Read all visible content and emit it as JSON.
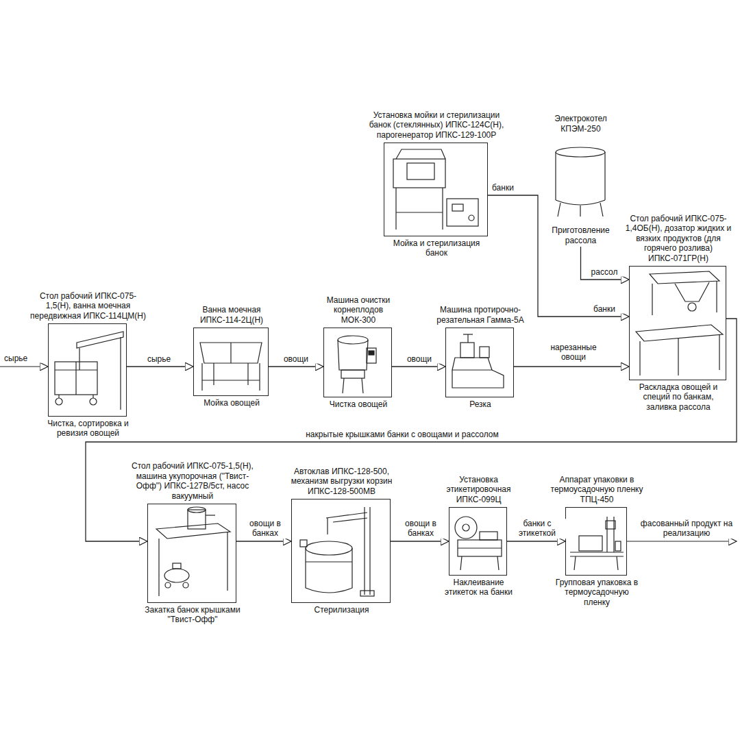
{
  "diagram": {
    "nodes": [
      {
        "text": [
          "Установка мойки и стерилизации банок (стеклянных) ИПКС-124С(Н), парогенератор ИПКС-129-100Р",
          "Мойка и стерилизация банок"
        ]
      },
      {
        "text": [
          "Электрокотел КПЭМ-250",
          "Приготовление рассола"
        ]
      },
      {
        "text": [
          "Стол рабочий ИПКС-075-1,5(Н), ванна моечная передвижная ИПКС-114ЦМ(Н)",
          "Чистка, сортировка и ревизия овощей"
        ]
      },
      {
        "text": [
          "Ванна моечная ИПКС-114-2Ц(Н)",
          "Мойка овощей"
        ]
      },
      {
        "text": [
          "Машина очистки корнеплодов МОК-300",
          "Чистка овощей"
        ]
      },
      {
        "text": [
          "Машина протирочно-резательная Гамма-5А",
          "Резка"
        ]
      },
      {
        "text": [
          "Стол рабочий ИПКС-075-1,4ОБ(Н), дозатор жидких и вязких продуктов (для горячего розлива) ИПКС-071ГР(Н)",
          "Раскладка овощей и специй по банкам, заливка рассола"
        ]
      },
      {
        "text": [
          "Стол рабочий ИПКС-075-1,5(Н), машина укупорочная (\"Твист-Офф\") ИПКС-127В/5ст, насос вакуумный",
          "Закатка банок крышками \"Твист-Офф\""
        ]
      },
      {
        "text": [
          "Автоклав ИПКС-128-500, механизм выгрузки корзин ИПКС-128-500МВ",
          "Стерилизация"
        ]
      },
      {
        "text": [
          "Установка этикетировочная ИПКС-099Ц",
          "Наклеивание этикеток на банки"
        ]
      },
      {
        "text": [
          "Аппарат упаковки в термоусадочную пленку ТПЦ-450",
          "Групповая упаковка в термоусадочную пленку"
        ]
      }
    ],
    "edges": [
      {
        "from": 2,
        "to": 3,
        "arrow": "to",
        "label": "сырье"
      },
      {
        "from": 3,
        "to": 4,
        "arrow": "to",
        "label": "овощи"
      },
      {
        "from": 4,
        "to": 5,
        "arrow": "to",
        "label": "овощи"
      },
      {
        "from": 5,
        "to": 6,
        "arrow": "to",
        "label": "нарезанные овощи"
      },
      {
        "from": 0,
        "to": 6,
        "arrow": "to",
        "label": "банки"
      },
      {
        "from": 1,
        "to": 6,
        "arrow": "to",
        "label": "рассол"
      },
      {
        "from": 6,
        "to": 7,
        "arrow": "to",
        "label": "накрытые крышками банки с овощами и рассолом"
      },
      {
        "from": 7,
        "to": 8,
        "arrow": "to",
        "label": "овощи в банках"
      },
      {
        "from": 8,
        "to": 9,
        "arrow": "to",
        "label": "овощи в банках"
      },
      {
        "from": 9,
        "to": 10,
        "arrow": "to",
        "label": "банки с этикеткой"
      }
    ],
    "labels": [
      "сырье",
      "банки",
      "фасованный продукт на реализацию"
    ]
  }
}
